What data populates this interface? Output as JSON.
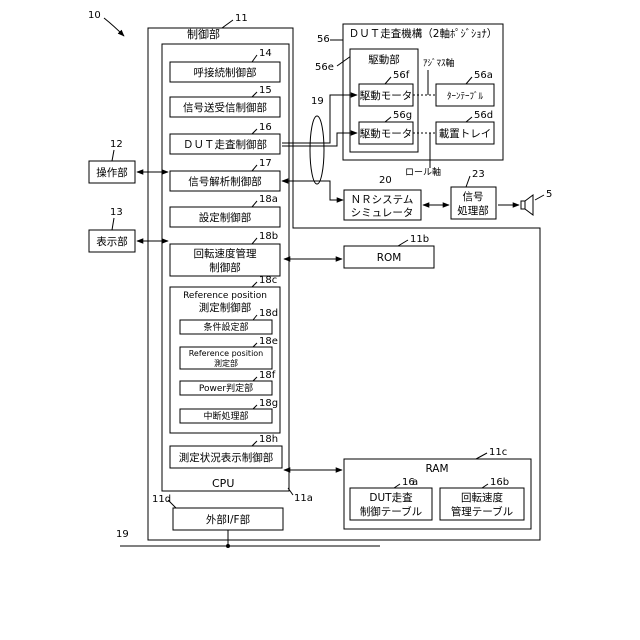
{
  "refs": {
    "system": "10",
    "control": "11",
    "call": "14",
    "signal_txrx": "15",
    "dut_scan_ctrl": "16",
    "signal_analysis": "17",
    "setting": "18a",
    "rotation": "18b",
    "refpos": "18c",
    "condition": "18d",
    "refpos_measure": "18e",
    "power": "18f",
    "interrupt": "18g",
    "status_display": "18h",
    "cpu": "11a",
    "rom": "11b",
    "ram": "11c",
    "ext_if": "11d",
    "operation": "12",
    "display": "13",
    "bus": "19",
    "cable": "19",
    "nr_sim": "20",
    "signal_proc": "23",
    "speaker": "5",
    "scanner": "56",
    "drive": "56e",
    "motor1": "56f",
    "motor2": "56g",
    "turntable": "56a",
    "tray": "56d"
  },
  "labels": {
    "control": "制御部",
    "call": "呼接続制御部",
    "signal_txrx": "信号送受信制御部",
    "dut_scan_ctrl": "ＤＵＴ走査制御部",
    "signal_analysis": "信号解析制御部",
    "setting": "設定制御部",
    "rotation_1": "回転速度管理",
    "rotation_2": "制御部",
    "refpos_1": "Reference position",
    "refpos_2": "測定制御部",
    "condition": "条件設定部",
    "refpos_measure_1": "Reference position",
    "refpos_measure_2": "測定部",
    "power": "Power判定部",
    "interrupt": "中断処理部",
    "status_display": "測定状況表示制御部",
    "cpu": "CPU",
    "ext_if": "外部I/F部",
    "operation": "操作部",
    "display": "表示部",
    "rom": "ROM",
    "ram": "RAM",
    "ram_table1_1": "DUT走査",
    "ram_table1_2": "制御テーブル",
    "ram_table2_1": "回転速度",
    "ram_table2_2": "管理テーブル",
    "scanner": "ＤＵＴ走査機構（2軸ﾎﾟｼﾞｼｮﾅ）",
    "drive": "駆動部",
    "motor1": "駆動モータ",
    "motor2": "駆動モータ",
    "azimuth": "ｱｼﾞﾏｽ軸",
    "roll": "ロール軸",
    "turntable": "ﾀｰﾝﾃｰﾌﾞﾙ",
    "tray": "載置トレイ",
    "nr_sim_1": "ＮＲシステム",
    "nr_sim_2": "シミュレータ",
    "signal_proc_1": "信号",
    "signal_proc_2": "処理部"
  }
}
